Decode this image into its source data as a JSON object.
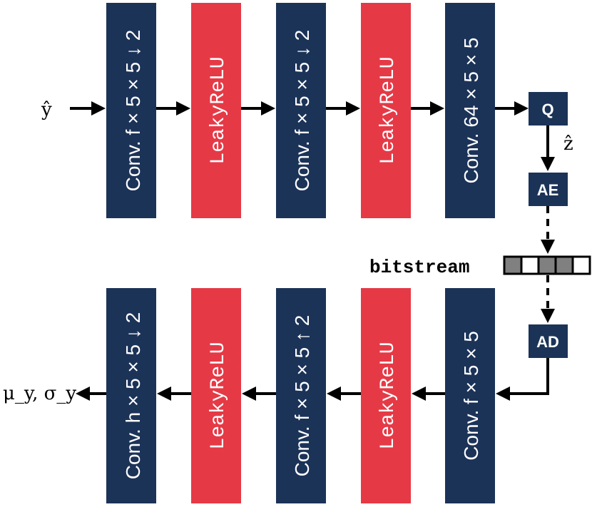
{
  "input_label": "ŷ",
  "output_label": "μ_y, σ_y",
  "latent_label": "ẑ",
  "bitstream_label": "bitstream",
  "encoder": [
    {
      "kind": "conv",
      "label": "Conv.  f × 5 × 5 ↓ 2"
    },
    {
      "kind": "relu",
      "label": "LeakyReLU"
    },
    {
      "kind": "conv",
      "label": "Conv.  f × 5 × 5 ↓ 2"
    },
    {
      "kind": "relu",
      "label": "LeakyReLU"
    },
    {
      "kind": "conv",
      "label": "Conv.  64 × 5 × 5"
    }
  ],
  "decoder": [
    {
      "kind": "conv",
      "label": "Conv.  h × 5 × 5 ↓ 2"
    },
    {
      "kind": "relu",
      "label": "LeakyReLU"
    },
    {
      "kind": "conv",
      "label": "Conv.  f × 5 × 5 ↑ 2"
    },
    {
      "kind": "relu",
      "label": "LeakyReLU"
    },
    {
      "kind": "conv",
      "label": "Conv.  f × 5 × 5"
    }
  ],
  "nodes": {
    "quantizer": "Q",
    "arith_encoder": "AE",
    "arith_decoder": "AD"
  },
  "bitstream_cells": [
    "filled",
    "empty",
    "filled",
    "filled",
    "empty"
  ],
  "colors": {
    "conv": "#1c3358",
    "relu": "#e63946",
    "bit_filled": "#808080",
    "bit_empty": "#ffffff"
  }
}
